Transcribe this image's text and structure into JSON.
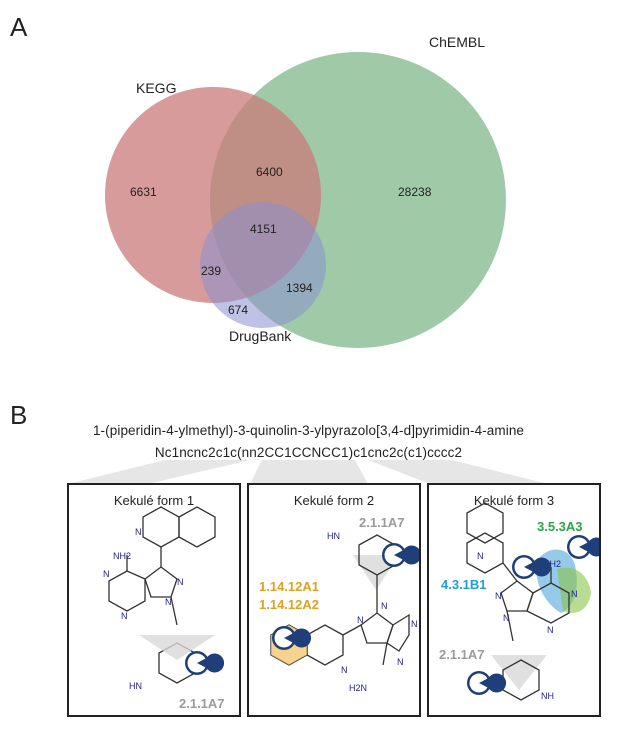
{
  "panel_a_letter": "A",
  "panel_b_letter": "B",
  "venn": {
    "labels": {
      "kegg": "KEGG",
      "chembl": "ChEMBL",
      "drugbank": "DrugBank"
    },
    "regions": {
      "kegg_only": "6631",
      "kegg_chembl": "6400",
      "chembl_only": "28238",
      "all_three": "4151",
      "kegg_drugbank": "239",
      "chembl_drugbank": "1394",
      "drugbank_only": "674"
    },
    "colors": {
      "kegg": "#c97a7a",
      "chembl": "#8fbf98",
      "drugbank": "#8a8fd0"
    }
  },
  "molecule": {
    "name": "1-(piperidin-4-ylmethyl)-3-quinolin-3-ylpyrazolo[3,4-d]pyrimidin-4-amine",
    "smiles": "Nc1ncnc2c1c(nn2CC1CCNCC1)c1cnc2c(c1)cccc2"
  },
  "forms": [
    {
      "label": "Kekulé form 1",
      "annotations": [
        "2.1.1A7"
      ]
    },
    {
      "label": "Kekulé form 2",
      "annotations": [
        "2.1.1A7",
        "1.14.12A1",
        "1.14.12A2"
      ]
    },
    {
      "label": "Kekulé form 3",
      "annotations": [
        "3.5.3A3",
        "4.3.1B1",
        "2.1.1A7"
      ]
    }
  ],
  "atom_labels": {
    "n": "N",
    "nh": "NH",
    "hn": "HN",
    "nh2": "NH2",
    "h2n": "H2N"
  },
  "annotation_colors": {
    "grey": "#9a9a9a",
    "orange": "#e0a020",
    "green": "#2aa54a",
    "blue": "#1e9fd8"
  }
}
